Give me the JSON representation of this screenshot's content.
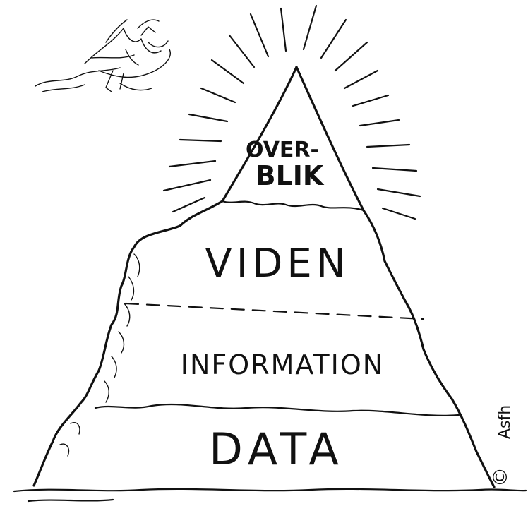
{
  "pyramid": {
    "levels": [
      {
        "id": "overblik",
        "line1": "OVER-",
        "line2": "BLIK"
      },
      {
        "id": "viden",
        "label": "VIDEN"
      },
      {
        "id": "information",
        "label": "INFORMATION"
      },
      {
        "id": "data",
        "label": "DATA"
      }
    ]
  },
  "copyright": {
    "symbol": "©",
    "signature": "Asfh"
  },
  "icons": {
    "bird": "bird-icon",
    "rays": "radiant-rays-icon"
  },
  "colors": {
    "ink": "#111111",
    "background": "#ffffff"
  }
}
